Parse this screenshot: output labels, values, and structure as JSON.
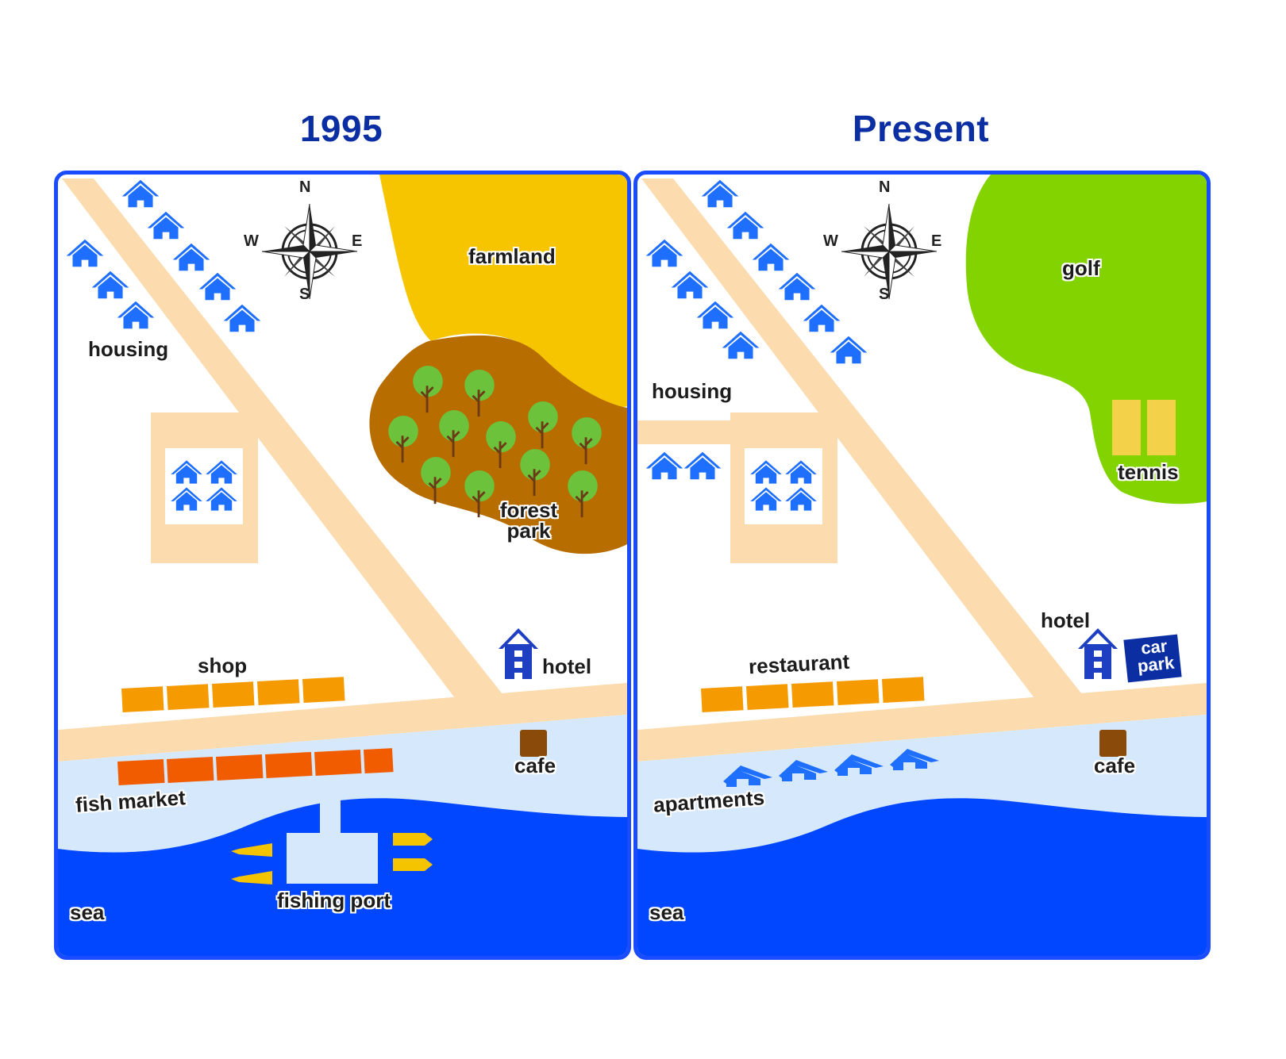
{
  "maps": [
    {
      "title": "1995",
      "labels": {
        "housing": "housing",
        "farmland": "farmland",
        "forest_park": "forest park",
        "shop": "shop",
        "hotel": "hotel",
        "fish_market": "fish market",
        "cafe": "cafe",
        "fishing_port": "fishing port",
        "sea": "sea"
      }
    },
    {
      "title": "Present",
      "labels": {
        "housing": "housing",
        "golf": "golf",
        "tennis": "tennis",
        "hotel": "hotel",
        "car_park": "car park",
        "restaurant": "restaurant",
        "apartments": "apartments",
        "cafe": "cafe",
        "sea": "sea"
      }
    }
  ],
  "compass": {
    "n": "N",
    "s": "S",
    "e": "E",
    "w": "W"
  },
  "colors": {
    "title": "#0b2fa3",
    "border": "#1a4bff",
    "road": "#fcdcae",
    "sea": "#0047ff",
    "shore": "#d6e9fc",
    "farmland": "#f7c500",
    "forest": "#b76d00",
    "golf": "#82d300",
    "housing": "#1f6fff",
    "shop": "#f59a00",
    "fish_market": "#f25c00",
    "cafe": "#8a4b0a",
    "boat": "#f5c400",
    "tennis": "#f3d24a",
    "hotel": "#1f3fc2"
  },
  "icons": [
    "house-icon",
    "hotel-icon",
    "tree-icon",
    "compass-rose-icon",
    "boat-icon",
    "apartment-icon"
  ]
}
